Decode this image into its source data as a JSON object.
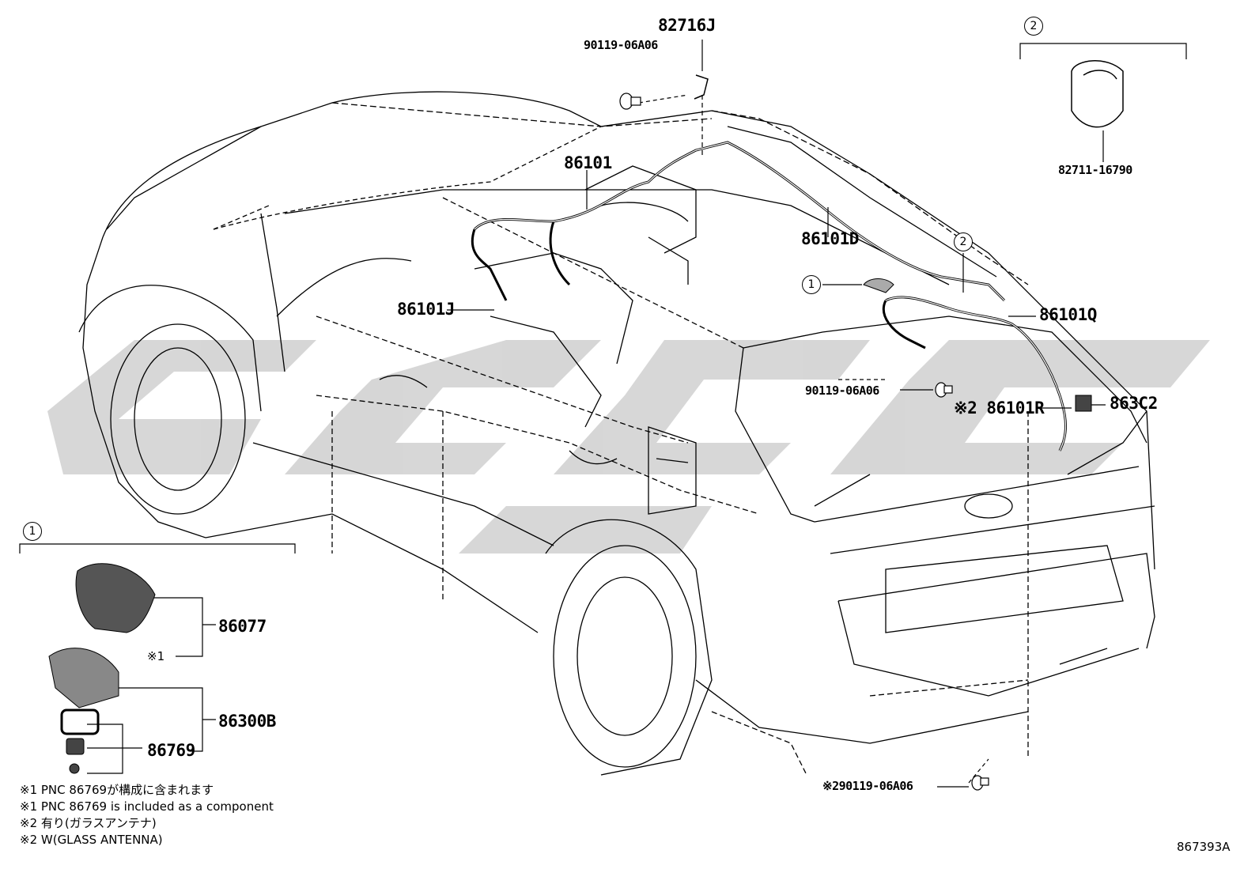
{
  "labels": {
    "p82716J": "82716J",
    "p9011906A06_top": "90119-06A06",
    "p8271116790": "82711-16790",
    "p86101": "86101",
    "p86101D": "86101D",
    "p86101J": "86101J",
    "p86101Q": "86101Q",
    "p9011906A06_mid": "90119-06A06",
    "p86101R": "※2 86101R",
    "p863C2": "863C2",
    "p9011906A06_bot": "※290119-06A06",
    "p86077": "86077",
    "p86077_note": "※1",
    "p86300B": "86300B",
    "p86769": "86769"
  },
  "callouts": {
    "one": "1",
    "two": "2"
  },
  "notes": [
    "※1 PNC 86769が構成に含まれます",
    "※1 PNC 86769 is included as a component",
    "※2 有り(ガラスアンテナ)",
    "※2 W(GLASS ANTENNA)"
  ],
  "illustration_number": "867393A",
  "colors": {
    "line": "#000000",
    "watermark": "#d0d0d0",
    "part_fill": "#555555"
  }
}
